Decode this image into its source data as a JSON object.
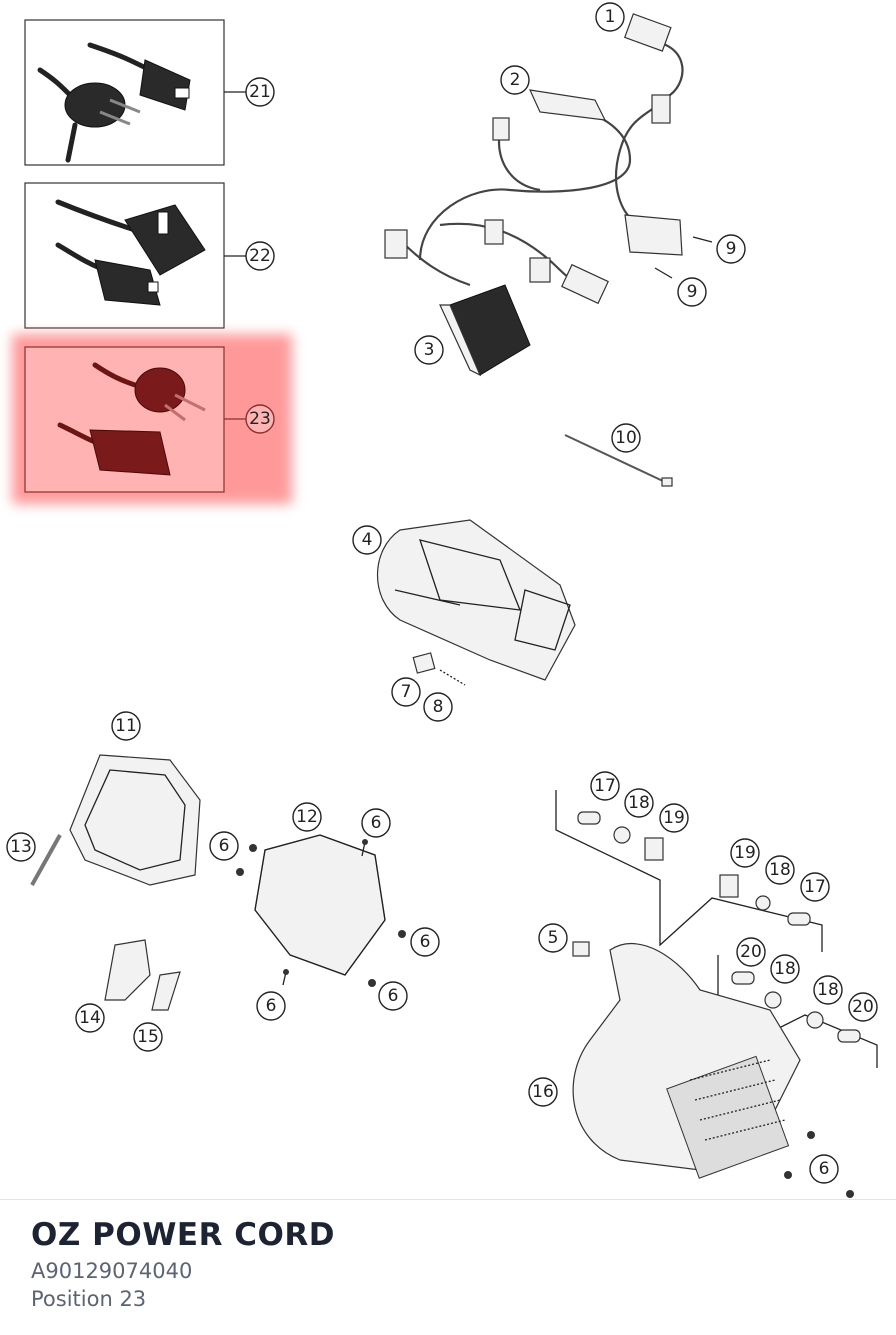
{
  "selected_position": "23",
  "highlight_color": "#ff8080",
  "part": {
    "name": "OZ POWER CORD",
    "number": "A90129074040",
    "position_label": "Position 23"
  },
  "callouts": [
    {
      "id": "c1",
      "label": "1"
    },
    {
      "id": "c2",
      "label": "2"
    },
    {
      "id": "c3",
      "label": "3"
    },
    {
      "id": "c4",
      "label": "4"
    },
    {
      "id": "c5",
      "label": "5"
    },
    {
      "id": "c6a",
      "label": "6"
    },
    {
      "id": "c6b",
      "label": "6"
    },
    {
      "id": "c6c",
      "label": "6"
    },
    {
      "id": "c6d",
      "label": "6"
    },
    {
      "id": "c6e",
      "label": "6"
    },
    {
      "id": "c6f",
      "label": "6"
    },
    {
      "id": "c6g",
      "label": "6"
    },
    {
      "id": "c7",
      "label": "7"
    },
    {
      "id": "c8",
      "label": "8"
    },
    {
      "id": "c9a",
      "label": "9"
    },
    {
      "id": "c9b",
      "label": "9"
    },
    {
      "id": "c10",
      "label": "10"
    },
    {
      "id": "c11",
      "label": "11"
    },
    {
      "id": "c12",
      "label": "12"
    },
    {
      "id": "c13",
      "label": "13"
    },
    {
      "id": "c14",
      "label": "14"
    },
    {
      "id": "c15",
      "label": "15"
    },
    {
      "id": "c16",
      "label": "16"
    },
    {
      "id": "c17a",
      "label": "17"
    },
    {
      "id": "c17b",
      "label": "17"
    },
    {
      "id": "c18a",
      "label": "18"
    },
    {
      "id": "c18b",
      "label": "18"
    },
    {
      "id": "c18c",
      "label": "18"
    },
    {
      "id": "c18d",
      "label": "18"
    },
    {
      "id": "c19a",
      "label": "19"
    },
    {
      "id": "c19b",
      "label": "19"
    },
    {
      "id": "c20a",
      "label": "20"
    },
    {
      "id": "c20b",
      "label": "20"
    },
    {
      "id": "c21",
      "label": "21"
    },
    {
      "id": "c22",
      "label": "22"
    },
    {
      "id": "c23",
      "label": "23"
    }
  ]
}
